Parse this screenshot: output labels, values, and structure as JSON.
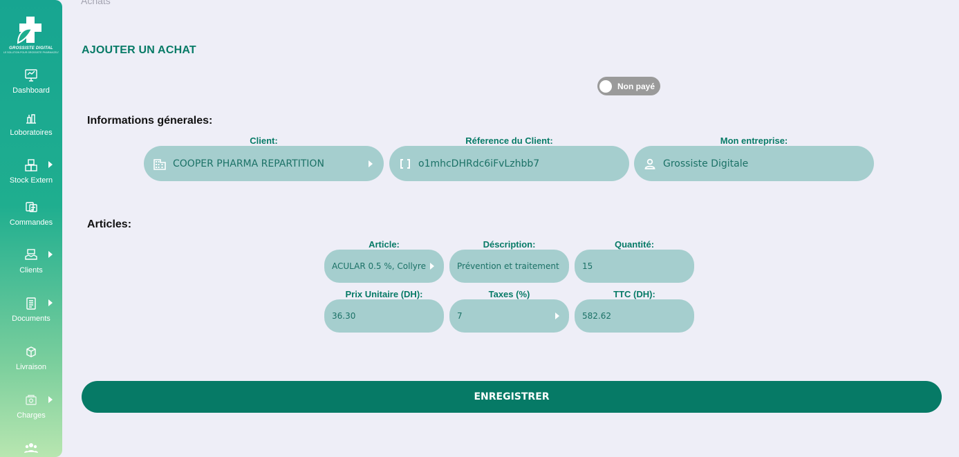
{
  "app": {
    "brand": "GROSSISTE DIGITAL",
    "tagline": "LE SOLUTION POUR GROSSISTE PHARMACEUTIQUE"
  },
  "sidebar": {
    "items": [
      {
        "label": "Dashboard",
        "icon": "dashboard-icon",
        "has_submenu": false
      },
      {
        "label": "Loboratoires",
        "icon": "laboratory-icon",
        "has_submenu": false
      },
      {
        "label": "Stock Extern",
        "icon": "boxes-icon",
        "has_submenu": true
      },
      {
        "label": "Commandes",
        "icon": "orders-icon",
        "has_submenu": false
      },
      {
        "label": "Clients",
        "icon": "handshake-icon",
        "has_submenu": true
      },
      {
        "label": "Documents",
        "icon": "document-icon",
        "has_submenu": true
      },
      {
        "label": "Livraison",
        "icon": "delivery-icon",
        "has_submenu": false
      },
      {
        "label": "Charges",
        "icon": "charges-icon",
        "has_submenu": true
      },
      {
        "label": "",
        "icon": "users-icon",
        "has_submenu": false
      }
    ]
  },
  "breadcrumb": "Achats",
  "page_title": "AJOUTER UN ACHAT",
  "payment_toggle": {
    "label": "Non payé",
    "checked": false
  },
  "general_info": {
    "title": "Informations génerales:",
    "client_label": "Client:",
    "client_value": "COOPER PHARMA REPARTITION",
    "reference_label": "Réference du Client:",
    "reference_value": "o1mhcDHRdc6iFvLzhbb7",
    "company_label": "Mon entreprise:",
    "company_value": "Grossiste Digitale"
  },
  "articles": {
    "title": "Articles:",
    "article_label": "Article:",
    "article_value": "ACULAR 0.5 %, Collyre",
    "description_label": "Déscription:",
    "description_value": "Prévention et traitement de l'inflammation",
    "quantity_label": "Quantité:",
    "quantity_value": "15",
    "unit_price_label": "Prix Unitaire (DH):",
    "unit_price_value": "36.30",
    "taxes_label": "Taxes (%)",
    "taxes_value": "7",
    "ttc_label": "TTC (DH):",
    "ttc_value": "582.62"
  },
  "save_label": "ENREGISTRER",
  "colors": {
    "accent": "#067a66",
    "field_bg": "#a5cece",
    "page_bg": "#eeeef7",
    "toggle_off": "#9a9a9a"
  }
}
